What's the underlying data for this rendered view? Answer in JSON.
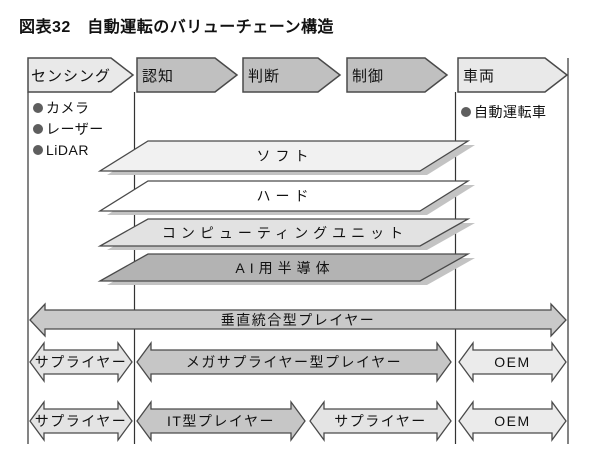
{
  "figure": {
    "title": "図表32　自動運転のバリューチェーン構造"
  },
  "top_arrows": [
    "センシング",
    "認知",
    "判断",
    "制御",
    "車両"
  ],
  "sensing_items": [
    "カメラ",
    "レーザー",
    "LiDAR"
  ],
  "vehicle_item": "自動運転車",
  "layers": [
    "ソフト",
    "ハード",
    "コンピューティングユニット",
    "AI用半導体"
  ],
  "player_rows": {
    "row1": [
      "垂直統合型プレイヤー"
    ],
    "row2": [
      "サプライヤー",
      "メガサプライヤー型プレイヤー",
      "OEM"
    ],
    "row3": [
      "サプライヤー",
      "IT型プレイヤー",
      "サプライヤー",
      "OEM"
    ]
  },
  "colors": {
    "light_arrow_fill": "#e9e9e9",
    "mid_arrow_fill": "#c0c0c0",
    "layer_soft": "#f1f1f1",
    "layer_hard": "#ffffff",
    "layer_computing": "#e2e2e2",
    "layer_ai_chip": "#b3b3b3",
    "player_dark_fill": "#c6c6c6",
    "player_light_fill": "#e4e4e4",
    "oem_fill": "#ebebeb",
    "outline": "#4a4a4a",
    "grid_line": "#333333",
    "shadow": "#c3c3c3"
  }
}
